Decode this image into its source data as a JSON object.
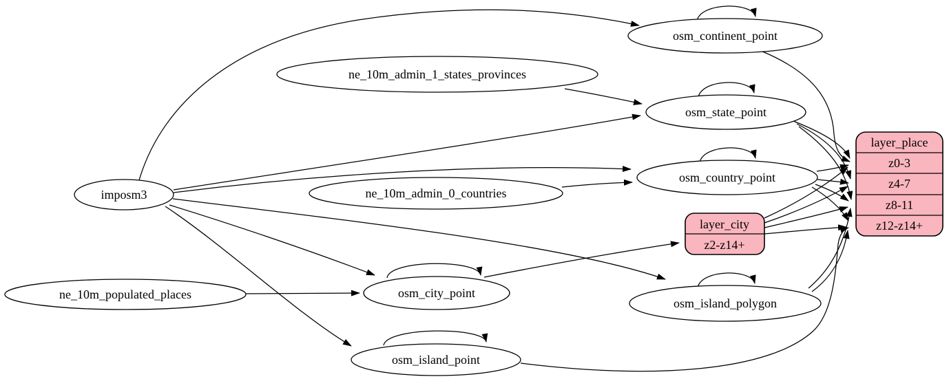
{
  "diagram": {
    "type": "etl-dependency-graph",
    "background_color": "#ffffff",
    "record_fill_color": "#fab6be",
    "edge_color": "#000000",
    "nodes": {
      "imposm3": {
        "label": "imposm3",
        "shape": "ellipse"
      },
      "ne_admin1": {
        "label": "ne_10m_admin_1_states_provinces",
        "shape": "ellipse"
      },
      "ne_admin0": {
        "label": "ne_10m_admin_0_countries",
        "shape": "ellipse"
      },
      "ne_pop": {
        "label": "ne_10m_populated_places",
        "shape": "ellipse"
      },
      "continent": {
        "label": "osm_continent_point",
        "shape": "ellipse"
      },
      "state": {
        "label": "osm_state_point",
        "shape": "ellipse"
      },
      "country": {
        "label": "osm_country_point",
        "shape": "ellipse"
      },
      "city": {
        "label": "osm_city_point",
        "shape": "ellipse"
      },
      "island_polygon": {
        "label": "osm_island_polygon",
        "shape": "ellipse"
      },
      "island_point": {
        "label": "osm_island_point",
        "shape": "ellipse"
      },
      "layer_city": {
        "title": "layer_city",
        "rows": [
          "z2-z14+"
        ],
        "shape": "record",
        "fill": "#fab6be"
      },
      "layer_place": {
        "title": "layer_place",
        "rows": [
          "z0-3",
          "z4-7",
          "z8-11",
          "z12-z14+"
        ],
        "shape": "record",
        "fill": "#fab6be"
      }
    },
    "edges": [
      {
        "from": "imposm3",
        "to": "osm_continent_point"
      },
      {
        "from": "imposm3",
        "to": "osm_state_point"
      },
      {
        "from": "imposm3",
        "to": "osm_country_point"
      },
      {
        "from": "imposm3",
        "to": "osm_city_point"
      },
      {
        "from": "imposm3",
        "to": "osm_island_polygon"
      },
      {
        "from": "imposm3",
        "to": "osm_island_point"
      },
      {
        "from": "ne_10m_admin_1_states_provinces",
        "to": "osm_state_point"
      },
      {
        "from": "ne_10m_admin_0_countries",
        "to": "osm_country_point"
      },
      {
        "from": "ne_10m_populated_places",
        "to": "osm_city_point"
      },
      {
        "from": "osm_continent_point",
        "to": "osm_continent_point"
      },
      {
        "from": "osm_state_point",
        "to": "osm_state_point"
      },
      {
        "from": "osm_country_point",
        "to": "osm_country_point"
      },
      {
        "from": "osm_city_point",
        "to": "osm_city_point"
      },
      {
        "from": "osm_island_polygon",
        "to": "osm_island_polygon"
      },
      {
        "from": "osm_island_point",
        "to": "osm_island_point"
      },
      {
        "from": "osm_city_point",
        "to": "layer_city:z2-z14+"
      },
      {
        "from": "osm_continent_point",
        "to": "layer_place:z0-3"
      },
      {
        "from": "osm_state_point",
        "to": "layer_place:z0-3"
      },
      {
        "from": "osm_state_point",
        "to": "layer_place:z4-7"
      },
      {
        "from": "osm_state_point",
        "to": "layer_place:z8-11"
      },
      {
        "from": "osm_country_point",
        "to": "layer_place:z0-3"
      },
      {
        "from": "osm_country_point",
        "to": "layer_place:z4-7"
      },
      {
        "from": "osm_country_point",
        "to": "layer_place:z8-11"
      },
      {
        "from": "osm_country_point",
        "to": "layer_place:z12-z14+"
      },
      {
        "from": "layer_city",
        "to": "layer_place:z0-3"
      },
      {
        "from": "layer_city",
        "to": "layer_place:z4-7"
      },
      {
        "from": "layer_city",
        "to": "layer_place:z8-11"
      },
      {
        "from": "layer_city",
        "to": "layer_place:z12-z14+"
      },
      {
        "from": "osm_island_polygon",
        "to": "layer_place:z8-11"
      },
      {
        "from": "osm_island_polygon",
        "to": "layer_place:z12-z14+"
      },
      {
        "from": "osm_island_point",
        "to": "layer_place:z12-z14+"
      }
    ]
  }
}
